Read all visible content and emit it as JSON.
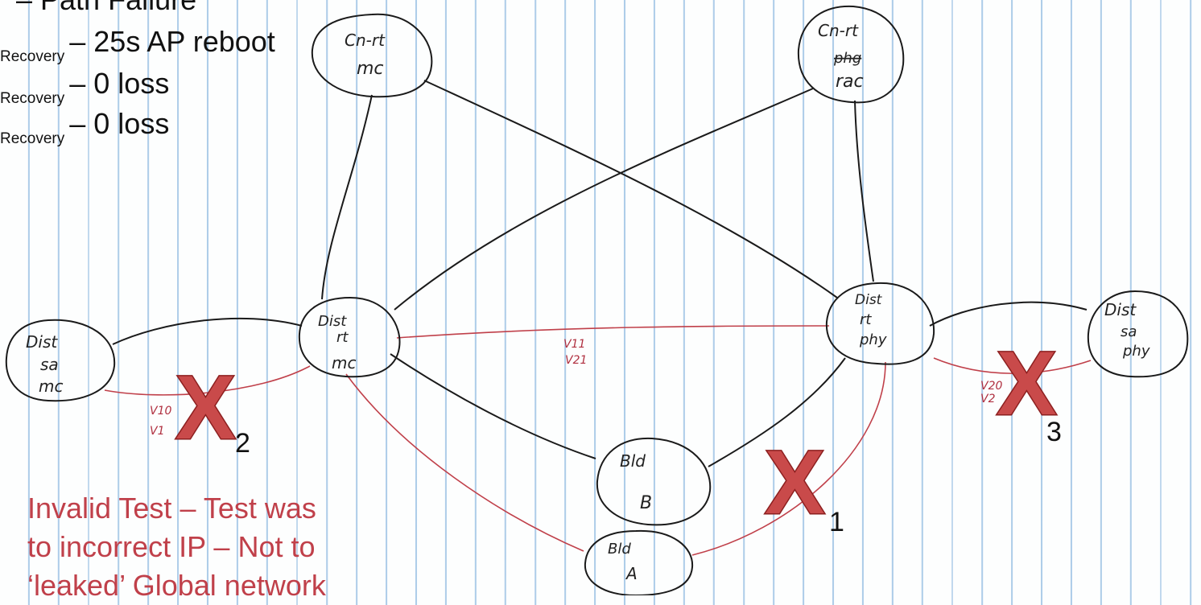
{
  "header_partial": "– Path Failure",
  "results": [
    {
      "sub": "Recovery",
      "text": "– 25s AP reboot"
    },
    {
      "sub": "Recovery",
      "text": "– 0 loss"
    },
    {
      "sub": "Recovery",
      "text": "– 0 loss"
    }
  ],
  "nodes": {
    "cn_rt_mc": {
      "line1": "Cn-rt",
      "line2": "mc"
    },
    "cn_rt_rac": {
      "line1": "Cn-rt",
      "line2": "phg",
      "line3": "rac"
    },
    "dist_sa_mc": {
      "line1": "Dist",
      "line2": "sa",
      "line3": "mc"
    },
    "dist_rt_mc": {
      "line1": "Dist",
      "line2": "rt",
      "line3": "mc"
    },
    "dist_rt_phy": {
      "line1": "Dist",
      "line2": "rt",
      "line3": "phy"
    },
    "dist_sa_phy": {
      "line1": "Dist",
      "line2": "sa",
      "line3": "phy"
    },
    "bld_b": {
      "line1": "Bld",
      "line2": "B"
    },
    "bld_a": {
      "line1": "Bld",
      "line2": "A"
    }
  },
  "link_labels": {
    "center_1": "V11",
    "center_2": "V21",
    "left_1": "V10",
    "left_2": "V1",
    "right_1": "V20",
    "right_2": "V2"
  },
  "failures": [
    {
      "mark": "X",
      "number": "1"
    },
    {
      "mark": "X",
      "number": "2"
    },
    {
      "mark": "X",
      "number": "3"
    }
  ],
  "note_lines": [
    "Invalid Test – Test was",
    "to incorrect IP – Not to",
    "‘leaked’ Global network"
  ],
  "colors": {
    "red_link": "#c0404a",
    "x_mark": "#c94a4a",
    "grid": "#6ea5d7"
  }
}
